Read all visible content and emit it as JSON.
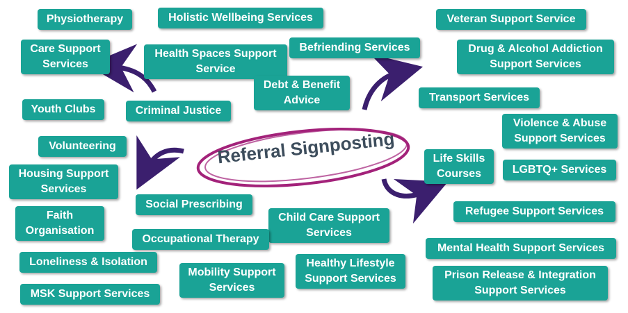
{
  "center": {
    "label": "Referral Signposting"
  },
  "services": [
    "Physiotherapy",
    "Holistic Wellbeing Services",
    "Veteran Support Service",
    "Care Support\nServices",
    "Health Spaces Support\nService",
    "Befriending Services",
    "Drug & Alcohol Addiction\nSupport Services",
    "Debt & Benefit\nAdvice",
    "Transport Services",
    "Youth Clubs",
    "Criminal Justice",
    "Violence & Abuse\nSupport Services",
    "Volunteering",
    "Life Skills\nCourses",
    "LGBTQ+ Services",
    "Housing Support\nServices",
    "Social Prescribing",
    "Refugee Support Services",
    "Faith\nOrganisation",
    "Child Care Support\nServices",
    "Occupational Therapy",
    "Mental Health Support Services",
    "Loneliness & Isolation",
    "Healthy Lifestyle\nSupport Services",
    "Mobility Support\nServices",
    "Prison Release & Integration\nSupport Services",
    "MSK Support Services"
  ],
  "colors": {
    "box": "#1aa396",
    "text": "#ffffff",
    "title": "#3d4d5c",
    "ellipse": "#a3227a",
    "arrow": "#3b1f6e"
  }
}
